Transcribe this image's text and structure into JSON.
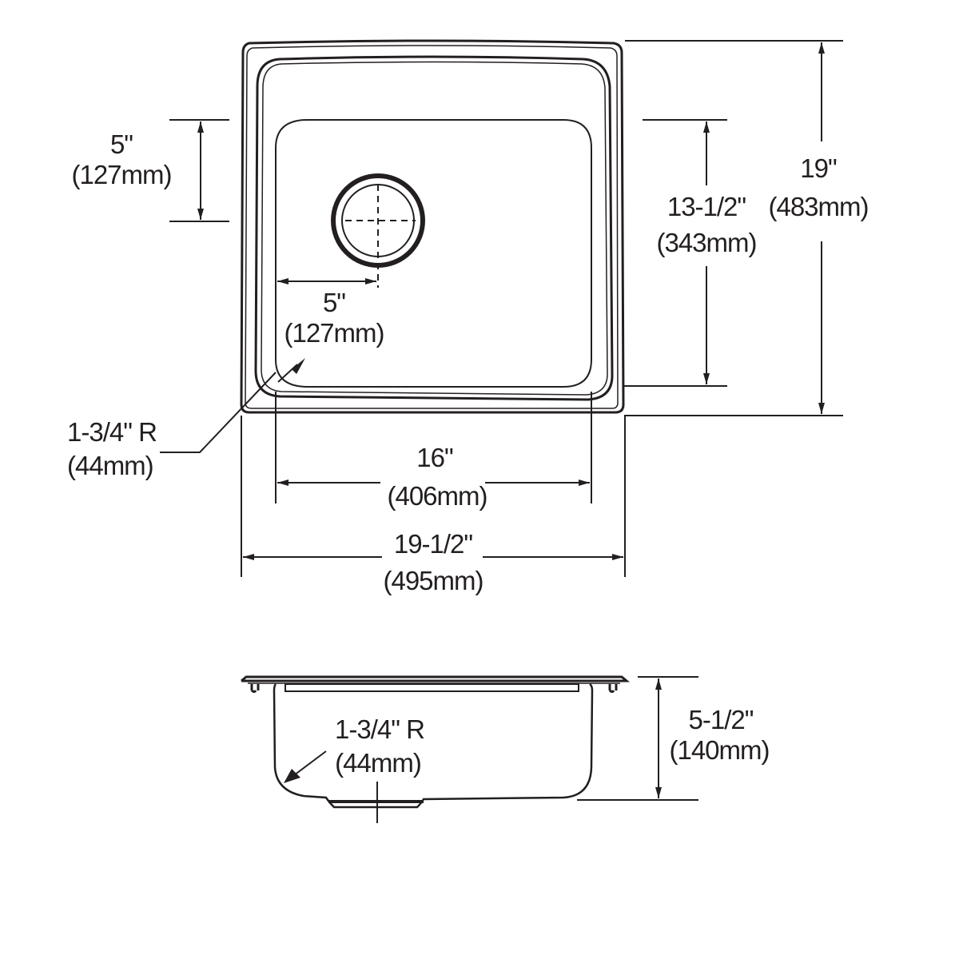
{
  "drawing": {
    "type": "sink dimension drawing",
    "colors": {
      "line": "#231f20",
      "background": "#ffffff"
    },
    "top_view": {
      "dimensions": {
        "drain_offset_vertical": {
          "imperial": "5\"",
          "metric": "(127mm)"
        },
        "drain_offset_horizontal": {
          "imperial": "5\"",
          "metric": "(127mm)"
        },
        "bowl_length": {
          "imperial": "13-1/2\"",
          "metric": "(343mm)"
        },
        "overall_length": {
          "imperial": "19\"",
          "metric": "(483mm)"
        },
        "corner_radius": {
          "imperial": "1-3/4\" R",
          "metric": "(44mm)"
        },
        "bowl_width": {
          "imperial": "16\"",
          "metric": "(406mm)"
        },
        "overall_width": {
          "imperial": "19-1/2\"",
          "metric": "(495mm)"
        }
      }
    },
    "side_view": {
      "dimensions": {
        "corner_radius": {
          "imperial": "1-3/4\" R",
          "metric": "(44mm)"
        },
        "depth": {
          "imperial": "5-1/2\"",
          "metric": "(140mm)"
        }
      }
    }
  }
}
